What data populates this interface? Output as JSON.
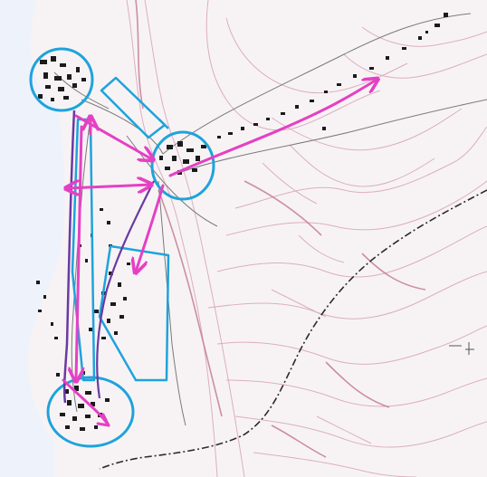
{
  "map": {
    "colors": {
      "paper": "#f7f3f5",
      "sea": "#eef2fb",
      "contour": "#d9a7bb",
      "contour_dark": "#c47c98",
      "settlement": "#1b1b1b",
      "road": "#7a7a7a",
      "boundary": "#2b2b2b",
      "annotation_blue": "#1ea3dc",
      "annotation_magenta": "#e540c4",
      "annotation_purple": "#6a3aa0"
    },
    "settlement_nodes": [
      {
        "name": "north-cluster"
      },
      {
        "name": "central-cluster"
      },
      {
        "name": "south-cluster"
      }
    ]
  }
}
